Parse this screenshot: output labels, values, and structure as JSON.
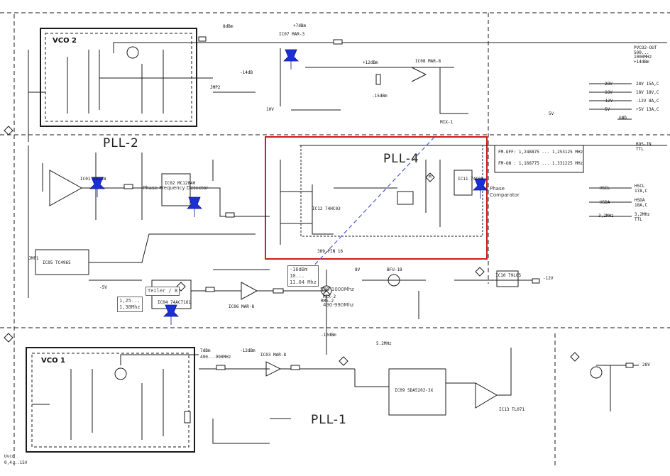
{
  "blocks": {
    "vco2": "VCO 2",
    "vco1": "VCO 1",
    "pll2": "PLL-2",
    "pll4": "PLL-4",
    "pll1": "PLL-1"
  },
  "annotations": {
    "phase_detector": "Phase-Frequency Detector",
    "phase_comparator_1": "Phase",
    "phase_comparator_2": "Comparator",
    "teiler": "Teiler / 8",
    "freq_in_1": "1,25...",
    "freq_in_2": "1,38Mhz",
    "mix_1": "-16dBm",
    "mix_2": "10...",
    "mix_3": "11.04 Mhz",
    "range_high": "500-1000Mhz",
    "range_low": "490-990Mhz"
  },
  "fm_table": {
    "row1": "FM-OFF: 1,248875 ... 1,253125 MHz",
    "row2": "FM-ON : 1,168775 ... 1,331225 MHz"
  },
  "supply_labels": [
    "28V",
    "18V",
    "-12V",
    "5V",
    "GND"
  ],
  "supply_values": [
    "28V 15A,C",
    "18V 18V,C",
    "-12V 8A,C",
    "+5V 13A,C"
  ],
  "right_io": {
    "pvco2": "PVCO2-OUT",
    "pvco2_freq": "500...",
    "pvco2_freq2": "1000MHz",
    "pvco2_level": "+14dBm",
    "bos": "BOS-IN",
    "bos_ttl": "TTL",
    "hscl": "HSCL",
    "hscl_v": "17A,C",
    "hsda": "HSDA",
    "hsda_v": "18A,C",
    "ref": "3,2MHz",
    "ref_ttl": "TTL"
  },
  "ic_labels": {
    "ic01": "IC01 SSI4N",
    "ic02": "IC02 MC12040",
    "ic05": "IC05 TC4965",
    "ic04": "IC04 74AC7161",
    "ic06": "IC06 MAR-8",
    "ic07": "IC07 MAR-3",
    "ic08": "IC08 MAR-8",
    "ic09": "IC09 SDA5202-3X",
    "ic10": "IC10 79L05",
    "ic11": "IC11 74C05",
    "ic12": "IC12 74HC03",
    "ic13": "IC13 TL071",
    "ic03": "IC03 MAR-8"
  },
  "misc_labels": {
    "mix1": "MIX-1",
    "mix2": "MIX-2",
    "rms2": "RMS-2",
    "jmp2": "JMP2",
    "jmp1": "JMP1",
    "m": "M",
    "uvco": "Uvco",
    "uvco_range": "0,4...15V",
    "bfu": "BFU-18",
    "ref_1": "8V",
    "ref_2": "10V",
    "ref_3": "-5V",
    "ref_4": "+7dBm",
    "ref_5": "-12V",
    "ref_6": "28V",
    "ref_7": "5V",
    "ref_8": "+12dBm",
    "ref_9": "-14dB",
    "ref_10": "-15dBm",
    "ref_11": "-12dBm",
    "ref_12": "-10dBm",
    "ref_13": "8dBm",
    "ref_14": "7dBm",
    "ref_15": "490...990MHz",
    "ref_16": "5.2MHz",
    "ref_17": "389,PIN 16"
  },
  "colors": {
    "line": "#1a1a1a",
    "highlight_box": "#d11a1a",
    "pin": "#1b2fd6",
    "dashed_link": "#4a5ad8",
    "block_frame": "#2a2a2a"
  },
  "icons": [
    "pushpin-icon",
    "ground-icon",
    "antenna-icon",
    "supply-arrow-icon"
  ]
}
